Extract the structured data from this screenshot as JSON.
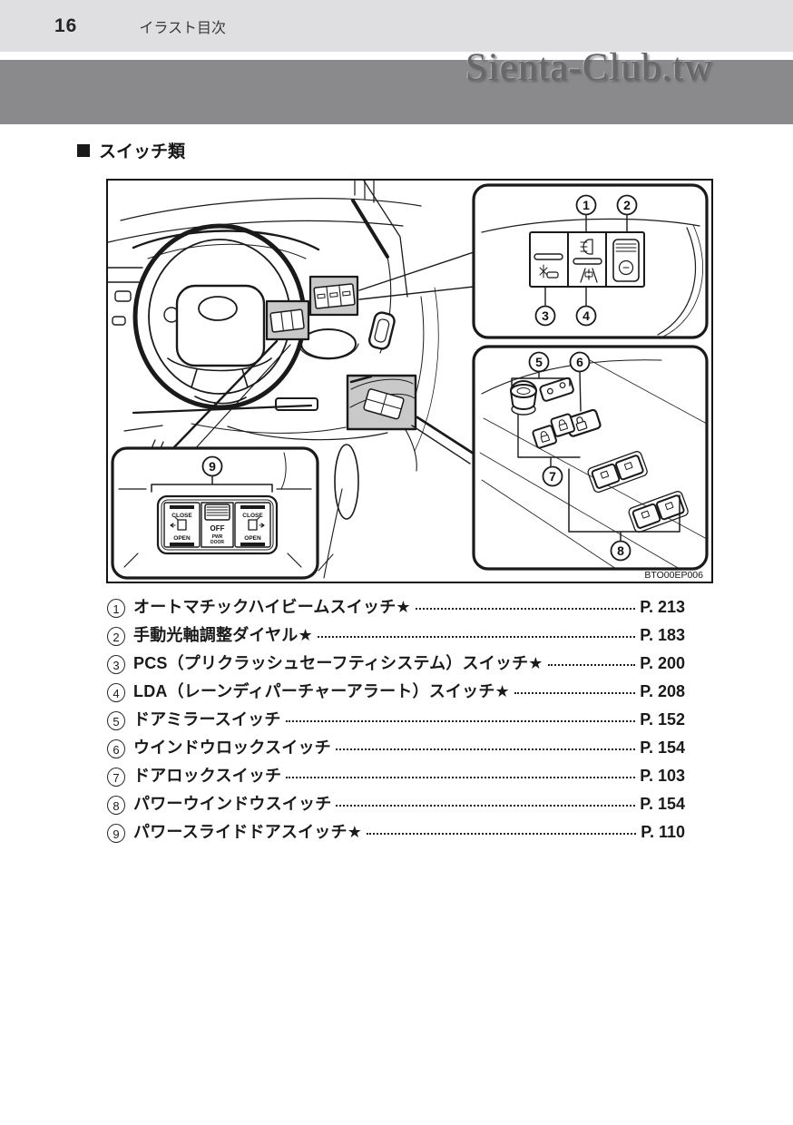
{
  "page": {
    "number": "16",
    "header_title": "イラスト目次",
    "watermark": "Sienta-Club.tw"
  },
  "section": {
    "title": "スイッチ類"
  },
  "colors": {
    "header_bar": "#dfdfe1",
    "banner": "#8a8a8c",
    "highlight_gray": "#c9c9c9",
    "line": "#1a1a1a"
  },
  "figure": {
    "code": "BTO00EP006",
    "callouts": [
      "1",
      "2",
      "3",
      "4",
      "5",
      "6",
      "7",
      "8",
      "9"
    ],
    "slide_door_panel": {
      "close_left": "CLOSE",
      "open_left": "OPEN",
      "off": "OFF",
      "small_line1": "PWR",
      "small_line2": "DOOR",
      "close_right": "CLOSE",
      "open_right": "OPEN"
    }
  },
  "list": {
    "items": [
      {
        "num": "1",
        "label": "オートマチックハイビームスイッチ★",
        "page": "P. 213"
      },
      {
        "num": "2",
        "label": "手動光軸調整ダイヤル★",
        "page": "P. 183"
      },
      {
        "num": "3",
        "label": "PCS（プリクラッシュセーフティシステム）スイッチ★",
        "page": "P. 200"
      },
      {
        "num": "4",
        "label": "LDA（レーンディパーチャーアラート）スイッチ★",
        "page": "P. 208"
      },
      {
        "num": "5",
        "label": "ドアミラースイッチ",
        "page": "P. 152"
      },
      {
        "num": "6",
        "label": "ウインドウロックスイッチ",
        "page": "P. 154"
      },
      {
        "num": "7",
        "label": "ドアロックスイッチ",
        "page": "P. 103"
      },
      {
        "num": "8",
        "label": "パワーウインドウスイッチ",
        "page": "P. 154"
      },
      {
        "num": "9",
        "label": "パワースライドドアスイッチ★",
        "page": "P. 110"
      }
    ]
  }
}
